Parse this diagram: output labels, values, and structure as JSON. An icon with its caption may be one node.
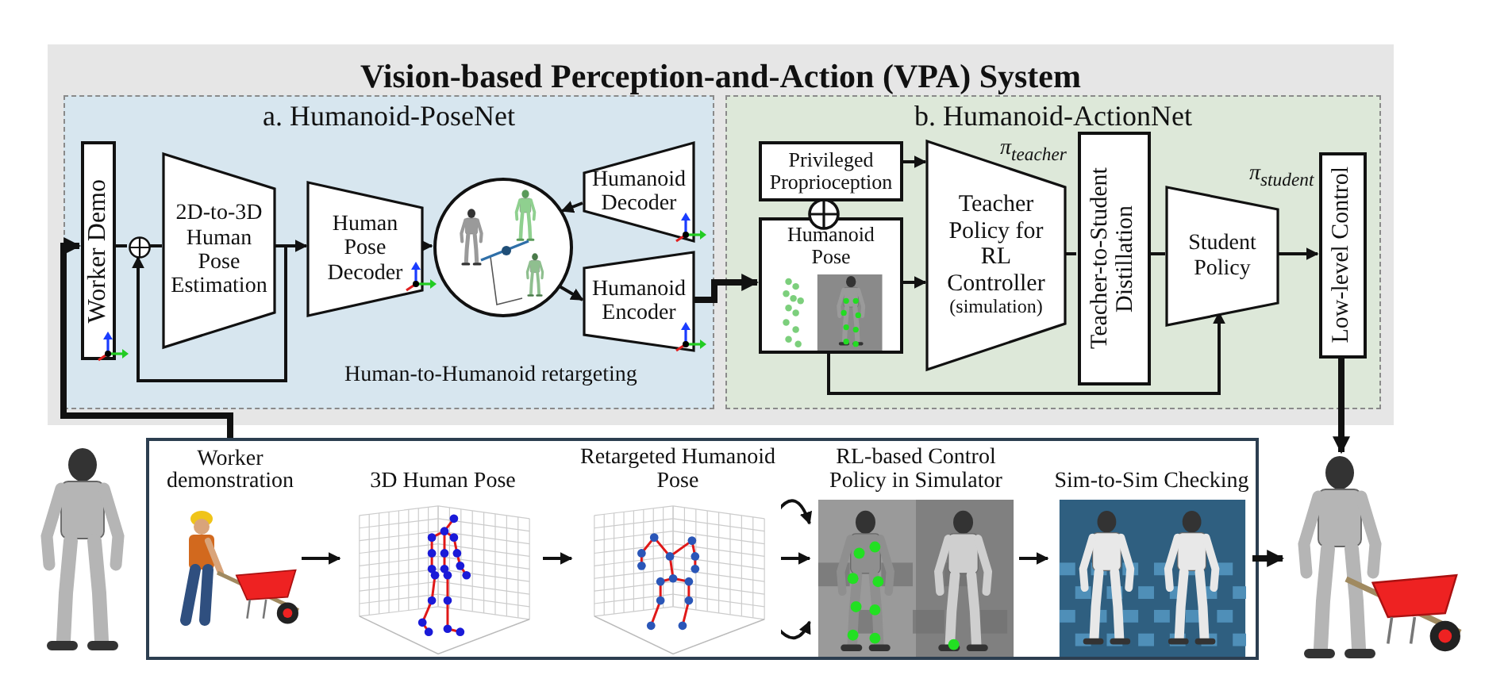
{
  "diagram": {
    "nodes": [
      {
        "text": [
          "Vision-based Perception-and-Action (VPA) System"
        ]
      },
      {
        "text": [
          "a. Humanoid-PoseNet"
        ],
        "in": 0
      },
      {
        "text": [
          "b. Humanoid-ActionNet"
        ],
        "in": 0
      },
      {
        "text": [
          "Worker Demo"
        ],
        "in": 1
      },
      {
        "text": [],
        "shape": "circle",
        "in": 1
      },
      {
        "text": [
          "2D-to-3D Human Pose Estimation"
        ],
        "in": 1
      },
      {
        "text": [
          "Human Pose Decoder"
        ],
        "in": 1
      },
      {
        "text": [],
        "shape": "picture",
        "in": 1
      },
      {
        "text": [
          "Humanoid Decoder"
        ],
        "in": 1
      },
      {
        "text": [
          "Humanoid Encoder"
        ],
        "in": 1
      },
      {
        "text": [
          "Privileged Proprioception"
        ],
        "in": 2
      },
      {
        "text": [],
        "shape": "circle",
        "in": 2
      },
      {
        "text": [
          "Humanoid Pose"
        ],
        "in": 2
      },
      {
        "text": [
          "Teacher Policy for RL Controller",
          "(simulation)"
        ],
        "beside": [
          "π$_{teacher}$"
        ],
        "in": 2
      },
      {
        "text": [
          "Teacher-to-Student Distillation"
        ],
        "in": 2
      },
      {
        "text": [
          "Student Policy"
        ],
        "beside": [
          "π$_{student}$"
        ],
        "in": 2
      },
      {
        "text": [
          "Low-level Control"
        ],
        "in": 2
      },
      {
        "text": [],
        "shape": "box"
      },
      {
        "text": [
          "Worker demonstration"
        ],
        "in": 17
      },
      {
        "text": [
          "3D Human Pose"
        ],
        "in": 17
      },
      {
        "text": [
          "Retargeted Humanoid Pose"
        ],
        "in": 17
      },
      {
        "text": [
          "RL-based Control Policy in Simulator"
        ],
        "in": 17
      },
      {
        "text": [
          "Sim-to-Sim Checking"
        ],
        "in": 17
      },
      {
        "text": [],
        "shape": "picture"
      }
    ],
    "edges": [
      {
        "from": 17,
        "to": 3,
        "arrow": "to",
        "style": "thick"
      },
      {
        "from": 3,
        "to": 4,
        "arrow": "none"
      },
      {
        "from": 4,
        "to": 5,
        "arrow": "none"
      },
      {
        "from": 5,
        "to": 6,
        "arrow": "to"
      },
      {
        "from": 5,
        "to": 4,
        "arrow": "to"
      },
      {
        "from": 6,
        "to": 7,
        "arrow": "to"
      },
      {
        "from": 8,
        "to": 7,
        "arrow": "to"
      },
      {
        "from": 7,
        "to": 9,
        "arrow": "to"
      },
      {
        "from": 9,
        "to": 12,
        "arrow": "to",
        "style": "thick"
      },
      {
        "from": 10,
        "to": 13,
        "arrow": "to"
      },
      {
        "from": 12,
        "to": 13,
        "arrow": "to"
      },
      {
        "from": 13,
        "to": 14,
        "arrow": "none"
      },
      {
        "from": 14,
        "to": 15,
        "arrow": "none"
      },
      {
        "from": 12,
        "to": 15,
        "arrow": "to"
      },
      {
        "from": 15,
        "to": 16,
        "arrow": "to"
      },
      {
        "from": 16,
        "to": 23,
        "arrow": "to",
        "style": "thick"
      },
      {
        "from": 18,
        "to": 19,
        "arrow": "to"
      },
      {
        "from": 19,
        "to": 20,
        "arrow": "to"
      },
      {
        "from": 20,
        "to": 21,
        "arrow": "to"
      },
      {
        "from": 20,
        "to": 21,
        "arrow": "to"
      },
      {
        "from": 20,
        "to": 21,
        "arrow": "to"
      },
      {
        "from": 21,
        "to": 22,
        "arrow": "to"
      },
      {
        "from": 22,
        "to": 23,
        "arrow": "to",
        "style": "thick"
      }
    ],
    "labels": [
      "Human-to-Humanoid retargeting"
    ]
  }
}
